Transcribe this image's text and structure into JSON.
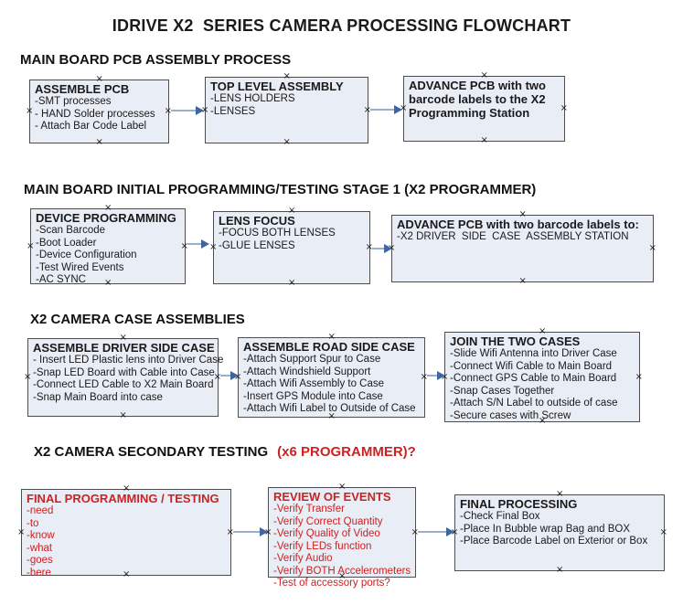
{
  "title": "IDRIVE X2  SERIES CAMERA PROCESSING FLOWCHART",
  "colors": {
    "accent_red": "#cc2222",
    "box_fill": "#e8edf6",
    "box_border": "#4d4d4d",
    "arrow_line": "#99b0cc",
    "arrow_head": "#3f66a0",
    "text": "#1a1a1a"
  },
  "icons": {
    "connection_handle": "×"
  },
  "sections": [
    {
      "heading": "MAIN BOARD PCB ASSEMBLY PROCESS",
      "boxes": [
        {
          "title": "ASSEMBLE PCB",
          "items": [
            "-SMT processes",
            "- HAND Solder processes",
            "- Attach Bar Code Label"
          ]
        },
        {
          "title": "TOP LEVEL ASSEMBLY",
          "items": [
            "-LENS HOLDERS",
            "-LENSES"
          ]
        },
        {
          "title": "ADVANCE PCB with two barcode labels to the X2 Programming Station",
          "items": []
        }
      ]
    },
    {
      "heading": "MAIN BOARD INITIAL PROGRAMMING/TESTING STAGE 1 (X2 PROGRAMMER)",
      "boxes": [
        {
          "title": "DEVICE PROGRAMMING",
          "items": [
            "-Scan Barcode",
            "-Boot Loader",
            "-Device Configuration",
            "-Test Wired Events",
            "-AC SYNC"
          ]
        },
        {
          "title": "LENS FOCUS",
          "items": [
            "-FOCUS BOTH LENSES",
            "-GLUE LENSES"
          ]
        },
        {
          "title": "ADVANCE PCB with two barcode labels to:",
          "items": [
            "-X2 DRIVER  SIDE  CASE  ASSEMBLY STATION"
          ]
        }
      ]
    },
    {
      "heading": "X2 CAMERA CASE ASSEMBLIES",
      "boxes": [
        {
          "title": "ASSEMBLE DRIVER SIDE CASE",
          "items": [
            "- Insert LED Plastic lens into Driver Case",
            "-Snap LED Board with Cable into Case",
            "-Connect LED Cable to X2 Main Board",
            "-Snap Main Board into case"
          ]
        },
        {
          "title": "ASSEMBLE ROAD SIDE CASE",
          "items": [
            "-Attach Support Spur to Case",
            "-Attach Windshield Support",
            "-Attach Wifi Assembly to Case",
            "-Insert GPS Module into Case",
            "-Attach Wifi Label to Outside of Case"
          ]
        },
        {
          "title": "JOIN THE TWO CASES",
          "items": [
            "-Slide Wifi Antenna into Driver Case",
            "-Connect Wifi Cable to Main Board",
            "-Connect GPS Cable to Main Board",
            "-Snap Cases Together",
            "-Attach S/N Label to outside of case",
            "-Secure cases with Screw"
          ]
        }
      ]
    },
    {
      "heading": "X2 CAMERA SECONDARY TESTING",
      "heading_red": "(x6 PROGRAMMER)?",
      "boxes": [
        {
          "title": "FINAL PROGRAMMING / TESTING",
          "items": [
            "-need",
            "-to",
            "-know",
            "-what",
            "-goes",
            "-here"
          ]
        },
        {
          "title": "REVIEW OF EVENTS",
          "items": [
            "-Verify Transfer",
            "-Verify Correct Quantity",
            "-Verify Quality of Video",
            "-Verify LEDs function",
            "-Verify Audio",
            "-Verify BOTH Accelerometers",
            "-Test of accessory ports?"
          ]
        },
        {
          "title": "FINAL PROCESSING",
          "items": [
            "-Check Final Box",
            "-Place In Bubble wrap Bag and BOX",
            "-Place Barcode Label on Exterior or Box"
          ]
        }
      ]
    }
  ]
}
